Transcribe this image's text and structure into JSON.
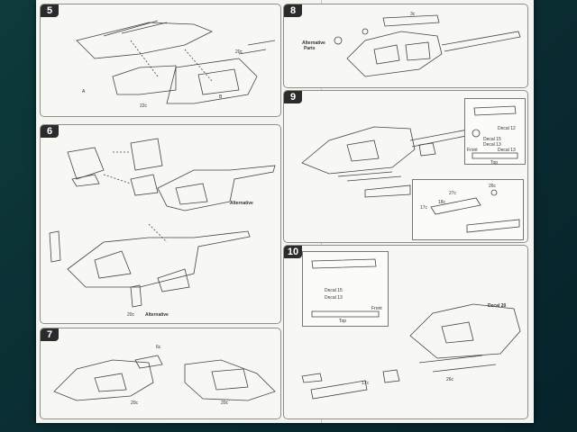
{
  "steps": [
    {
      "id": "5",
      "labels": {
        "a": "20c",
        "b": "22c",
        "c": "A",
        "d": "B"
      }
    },
    {
      "id": "6",
      "labels": {
        "a": "Alternative",
        "b": "20c",
        "c": "Alternative"
      }
    },
    {
      "id": "7",
      "labels": {
        "a": "6c",
        "b": "20c",
        "c": "20c"
      }
    },
    {
      "id": "8",
      "labels": {
        "a": "Alternative",
        "b": "Parts",
        "c": "3c"
      }
    },
    {
      "id": "9",
      "labels": {
        "a": "Decal 15",
        "b": "Decal 13",
        "c": "Front",
        "d": "Top",
        "e": "Decal 13",
        "f": "Decal 12",
        "g": "26c",
        "h": "27c",
        "i": "18c",
        "j": "17c"
      }
    },
    {
      "id": "10",
      "labels": {
        "a": "Decal 15",
        "b": "Decal 13",
        "c": "Top",
        "d": "Front",
        "e": "Decal 20",
        "f": "26c",
        "g": "17c"
      }
    }
  ],
  "colors": {
    "panel_border": "#8f8f8a",
    "ink": "#333333",
    "background": "#0d3b3a"
  }
}
